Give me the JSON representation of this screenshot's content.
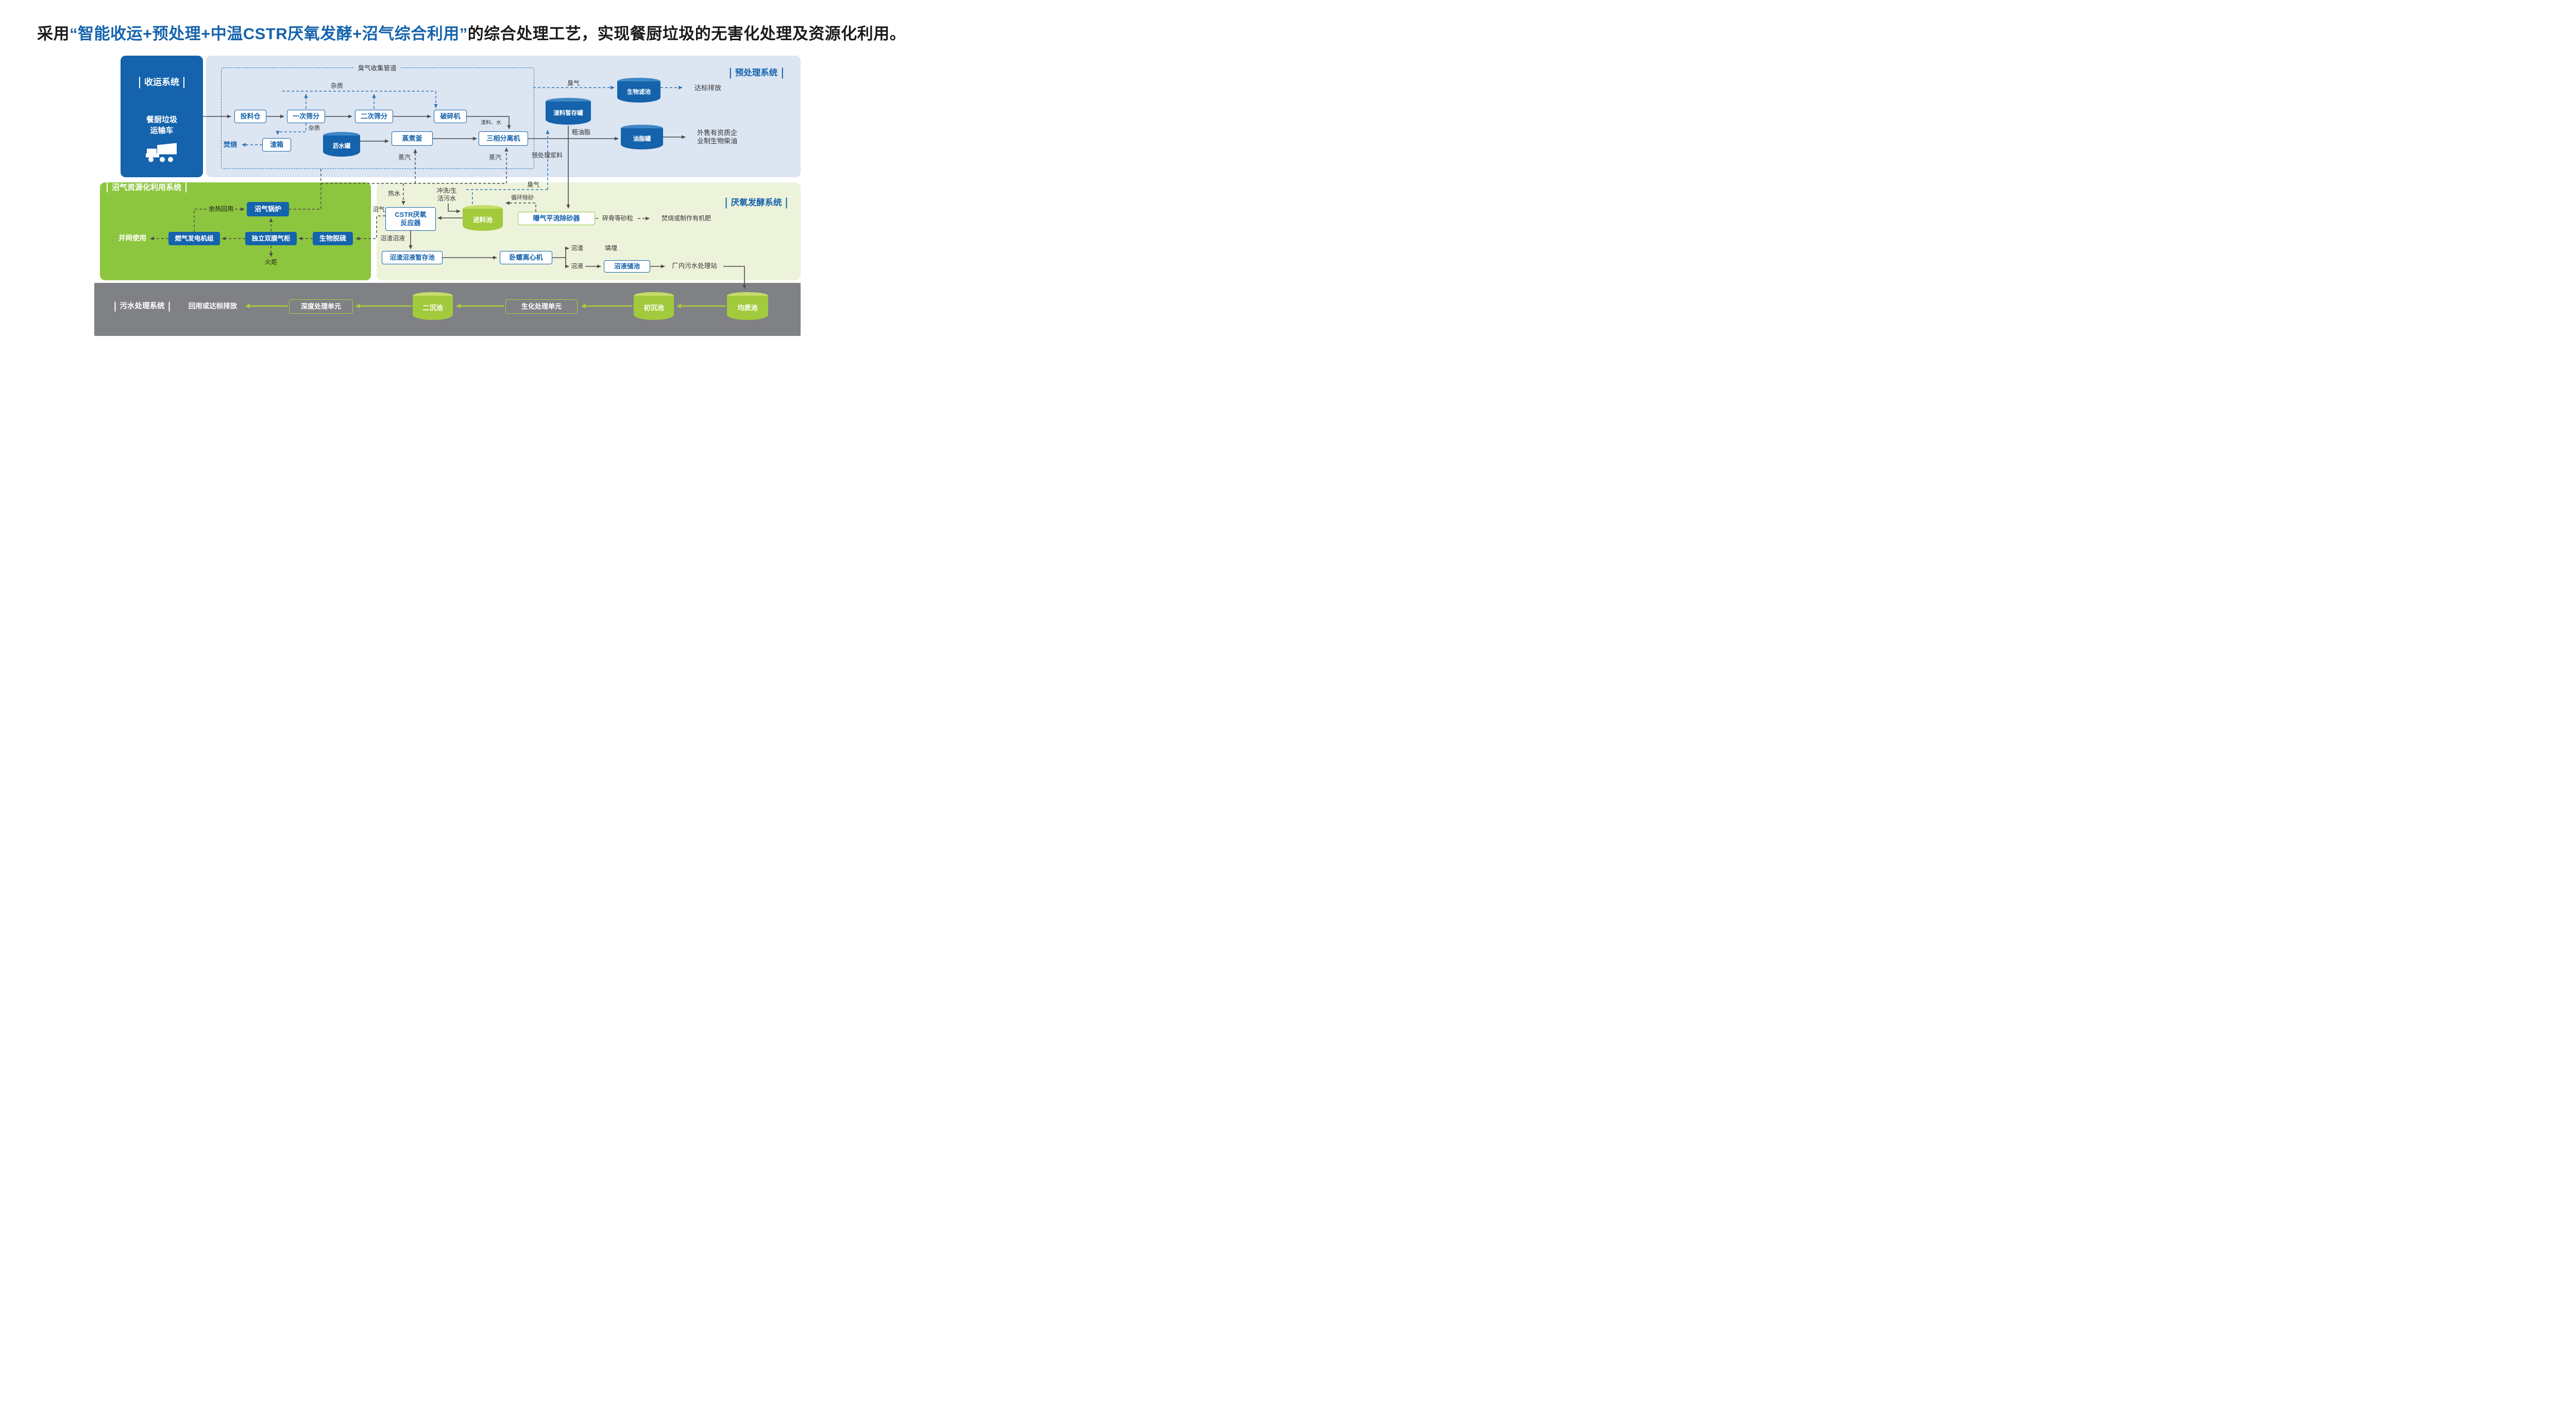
{
  "title": {
    "prefix": "采用",
    "highlight": "“智能收运+预处理+中温CSTR厌氧发酵+沼气综合利用”",
    "suffix": "的综合处理工艺，实现餐厨垃圾的无害化处理及资源化利用。"
  },
  "collection": {
    "title": "收运系统",
    "vehicle": "餐厨垃圾\n运输车"
  },
  "pretreatment": {
    "title": "预处理系统",
    "odor_pipeline_label": "臭气收集管道",
    "feed_bin": "投料仓",
    "screen1": "一次筛分",
    "screen2": "二次筛分",
    "crusher": "破碎机",
    "impurities": "杂质",
    "slag_box": "渣箱",
    "incineration": "焚烧",
    "drain_tank": "沥水罐",
    "cook_kettle": "蒸煮釜",
    "separator": "三相分离机",
    "steam": "蒸汽",
    "slag_water": "渣料、水",
    "slag_tank": "渣料暂存罐",
    "odor": "臭气",
    "biofilter": "生物滤池",
    "discharge": "达标排放",
    "grease_tank": "油脂罐",
    "crude_grease": "粗油脂",
    "grease_sale": "外售有资质企\n业制生物柴油",
    "slurry": "预处理浆料"
  },
  "biogas": {
    "title": "沼气资源化利用系统",
    "boiler": "沼气锅炉",
    "heat_recovery": "余热回用",
    "generator": "燃气发电机组",
    "gas_holder": "独立双膜气柜",
    "desulfurization": "生物脱硫",
    "grid_use": "并网使用",
    "flare": "火炬"
  },
  "anaerobic": {
    "title": "厌氧发酵系统",
    "hot_water": "热水",
    "flush_water": "冲洗/生\n活污水",
    "odor": "臭气",
    "circulating_sand": "循环除砂",
    "biogas_label": "沼气",
    "cstr": "CSTR厌氧\n反应器",
    "feed_pool": "进料池",
    "sand_remover": "曝气平流除砂器",
    "bone_sand": "碎骨等砂粒",
    "sand_disposal": "焚烧或制作有机肥",
    "residue_liquid": "沼渣沼液",
    "storage_pool": "沼渣沼液暂存池",
    "centrifuge": "卧螺离心机",
    "residue": "沼渣",
    "landfill": "填埋",
    "liquid": "沼液",
    "liquid_pool": "沼液储池",
    "sewage_station": "厂内污水处理站"
  },
  "sewage": {
    "title": "污水处理系统",
    "reuse": "回用或达标排放",
    "advanced_unit": "深度处理单元",
    "secondary_pool": "二沉池",
    "bio_unit": "生化处理单元",
    "primary_pool": "初沉池",
    "equalization_pool": "均质池"
  },
  "colors": {
    "accent_blue": "#1463ac",
    "dashed_blue": "#2e75b6",
    "biogas_green": "#8cc63e",
    "arrow_green": "#a6ce39",
    "band_gray": "#808184"
  }
}
